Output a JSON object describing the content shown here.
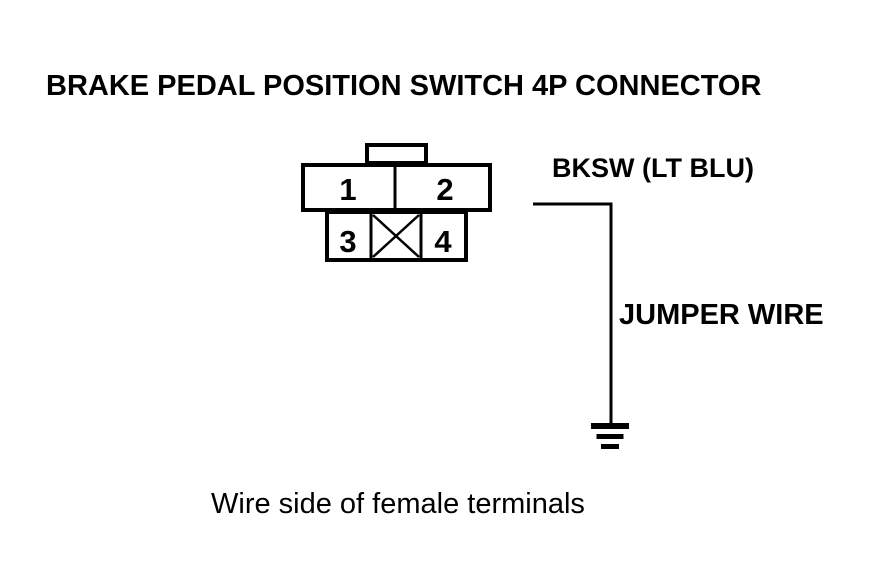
{
  "colors": {
    "ink": "#000000",
    "background": "#ffffff"
  },
  "title": "BRAKE PEDAL POSITION SWITCH 4P CONNECTOR",
  "connector": {
    "pins": [
      "1",
      "2",
      "3",
      "4"
    ],
    "blocked_cell_marker": "x-cross"
  },
  "labels": {
    "wire_signal": "BKSW (LT BLU)",
    "jumper": "JUMPER WIRE"
  },
  "icons": {
    "ground": "ground-symbol"
  },
  "caption": "Wire side of female terminals"
}
